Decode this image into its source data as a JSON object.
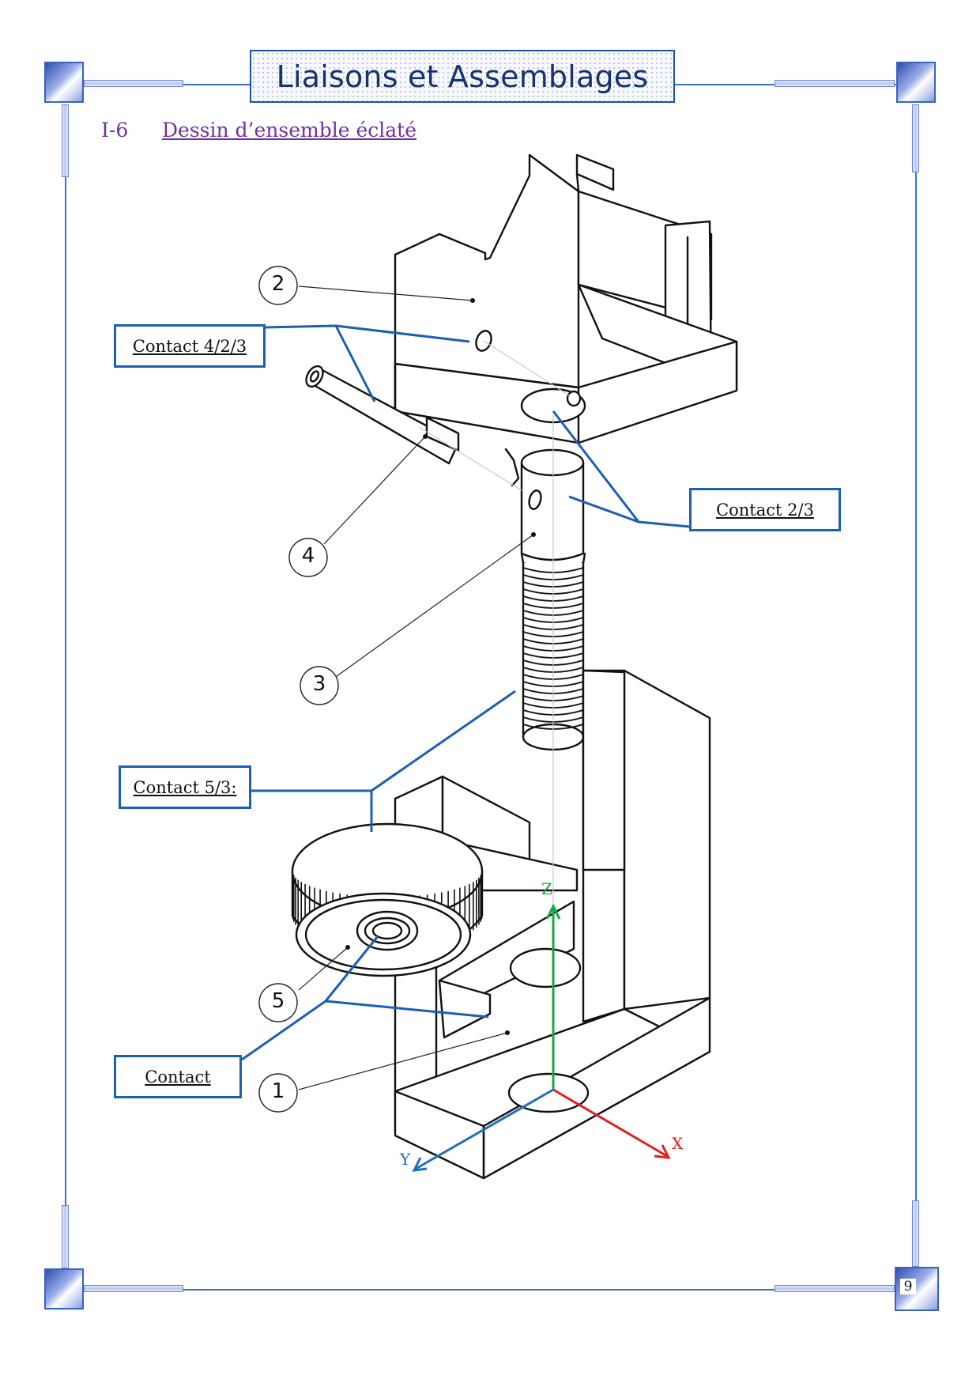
{
  "header": {
    "title": "Liaisons et Assemblages"
  },
  "section": {
    "number": "I-6",
    "title": "Dessin d’ensemble éclaté"
  },
  "contact_labels": {
    "c423": "Contact 4/2/3",
    "c23": "Contact 2/3",
    "c53": "Contact 5/3:",
    "c_bottom": "Contact"
  },
  "part_numbers": {
    "p1": "1",
    "p2": "2",
    "p3": "3",
    "p4": "4",
    "p5": "5"
  },
  "axes": {
    "x": "X",
    "y": "Y",
    "z": "Z",
    "x_color": "#e02020",
    "y_color": "#1f6fc0",
    "z_color": "#18a84a"
  },
  "footer": {
    "page_number": "9"
  },
  "colors": {
    "frame": "#3a6fd0",
    "leader_blue": "#1d5fb0",
    "heading": "#7030a0"
  }
}
